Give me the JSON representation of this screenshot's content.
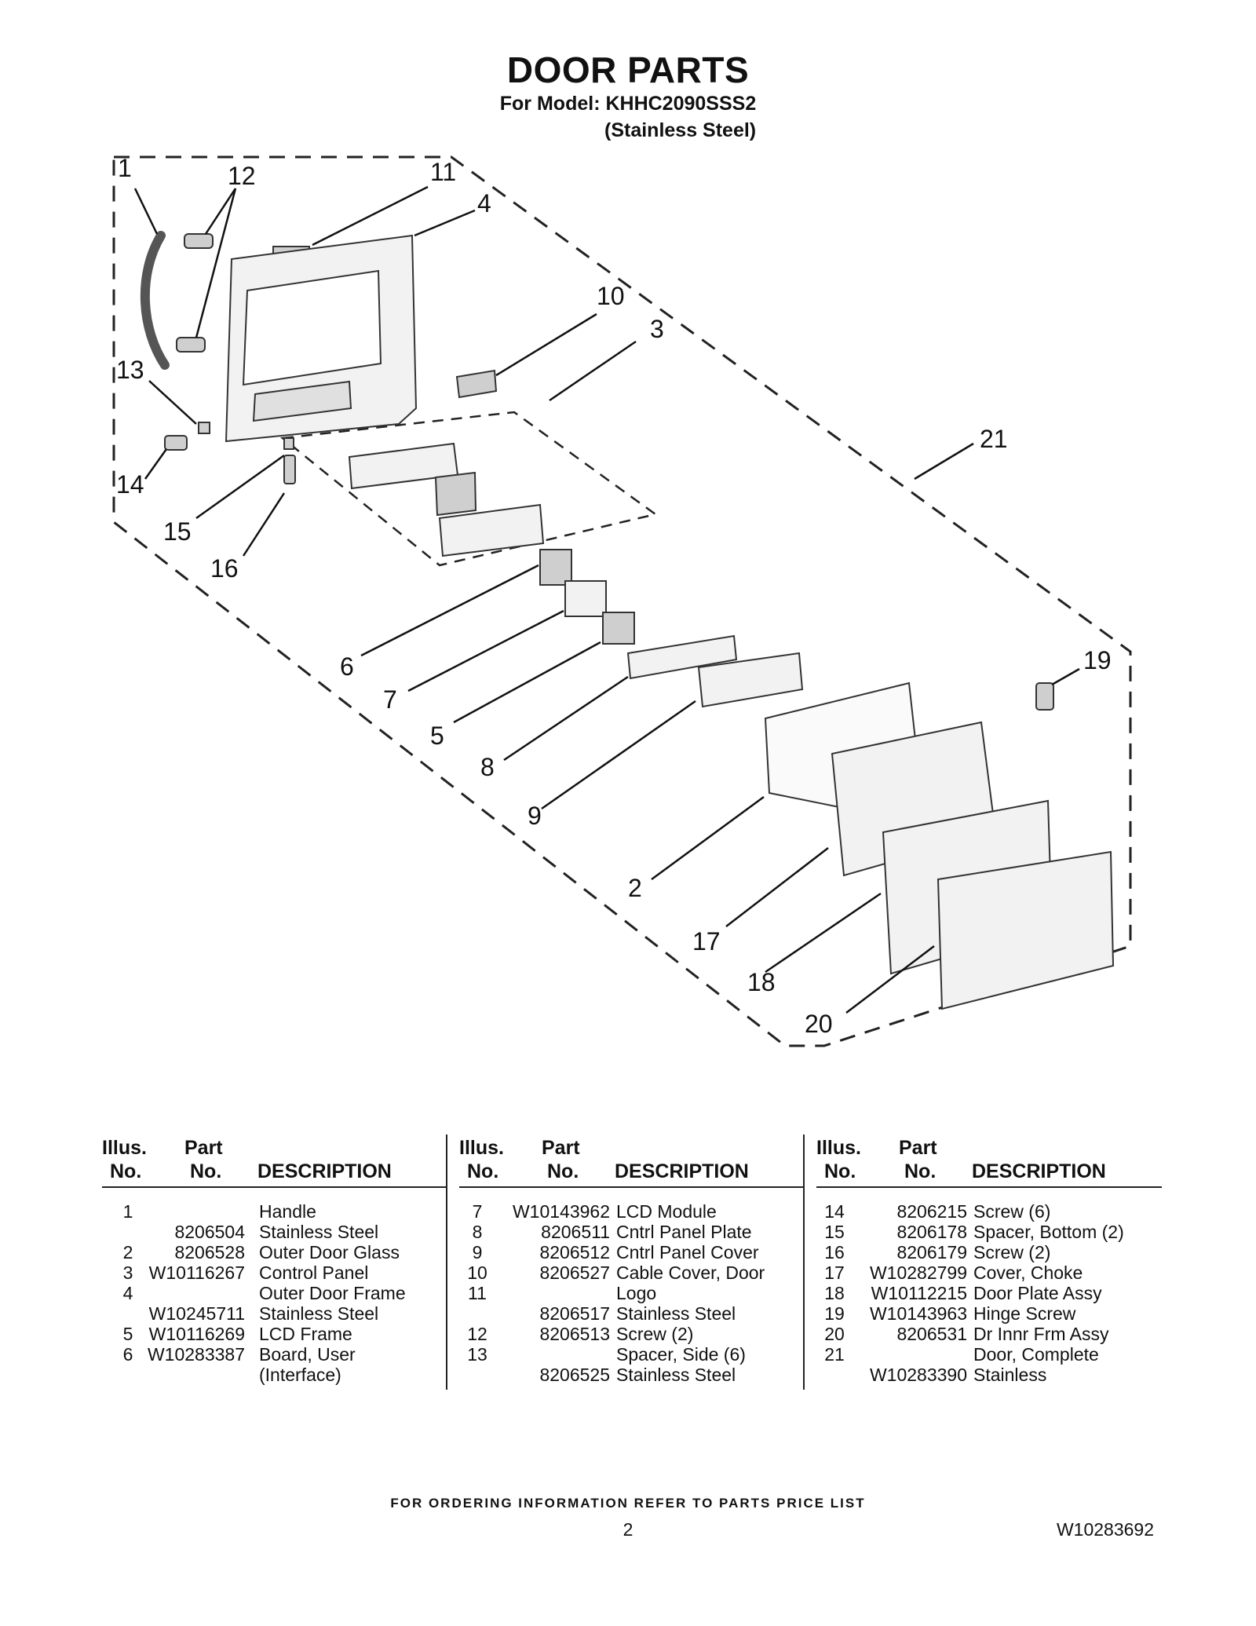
{
  "header": {
    "title": "DOOR PARTS",
    "model_line": "For Model: KHHC2090SSS2",
    "finish_line": "(Stainless Steel)"
  },
  "diagram": {
    "callouts": [
      "1",
      "12",
      "11",
      "4",
      "10",
      "3",
      "13",
      "21",
      "14",
      "15",
      "16",
      "6",
      "7",
      "5",
      "19",
      "8",
      "9",
      "2",
      "17",
      "18",
      "20"
    ]
  },
  "table": {
    "header": {
      "illus_1": "Illus.",
      "illus_2": "No.",
      "part_1": "Part",
      "part_2": "No.",
      "desc": "DESCRIPTION"
    },
    "columns": [
      [
        {
          "no": "1",
          "part": "",
          "desc": "Handle"
        },
        {
          "no": "",
          "part": "8206504",
          "desc": "Stainless Steel"
        },
        {
          "no": "2",
          "part": "8206528",
          "desc": "Outer Door Glass"
        },
        {
          "no": "3",
          "part": "W10116267",
          "desc": "Control Panel"
        },
        {
          "no": "4",
          "part": "",
          "desc": "Outer Door Frame"
        },
        {
          "no": "",
          "part": "W10245711",
          "desc": "Stainless Steel"
        },
        {
          "no": "5",
          "part": "W10116269",
          "desc": "LCD Frame"
        },
        {
          "no": "6",
          "part": "W10283387",
          "desc": "Board, User"
        },
        {
          "no": "",
          "part": "",
          "desc": "(Interface)"
        }
      ],
      [
        {
          "no": "7",
          "part": "W10143962",
          "desc": "LCD Module"
        },
        {
          "no": "8",
          "part": "8206511",
          "desc": "Cntrl Panel Plate"
        },
        {
          "no": "9",
          "part": "8206512",
          "desc": "Cntrl Panel Cover"
        },
        {
          "no": "10",
          "part": "8206527",
          "desc": "Cable Cover, Door"
        },
        {
          "no": "11",
          "part": "",
          "desc": "Logo"
        },
        {
          "no": "",
          "part": "8206517",
          "desc": "Stainless Steel"
        },
        {
          "no": "12",
          "part": "8206513",
          "desc": "Screw (2)"
        },
        {
          "no": "13",
          "part": "",
          "desc": "Spacer, Side (6)"
        },
        {
          "no": "",
          "part": "8206525",
          "desc": "Stainless Steel"
        }
      ],
      [
        {
          "no": "14",
          "part": "8206215",
          "desc": "Screw (6)"
        },
        {
          "no": "15",
          "part": "8206178",
          "desc": "Spacer, Bottom (2)"
        },
        {
          "no": "16",
          "part": "8206179",
          "desc": "Screw (2)"
        },
        {
          "no": "17",
          "part": "W10282799",
          "desc": "Cover, Choke"
        },
        {
          "no": "18",
          "part": "W10112215",
          "desc": "Door Plate Assy"
        },
        {
          "no": "19",
          "part": "W10143963",
          "desc": "Hinge Screw"
        },
        {
          "no": "20",
          "part": "8206531",
          "desc": "Dr Innr Frm Assy"
        },
        {
          "no": "21",
          "part": "",
          "desc": "Door, Complete"
        },
        {
          "no": "",
          "part": "W10283390",
          "desc": "Stainless"
        }
      ]
    ]
  },
  "footer": {
    "note": "FOR ORDERING INFORMATION REFER TO PARTS PRICE LIST",
    "page": "2",
    "doc_number": "W10283692"
  }
}
